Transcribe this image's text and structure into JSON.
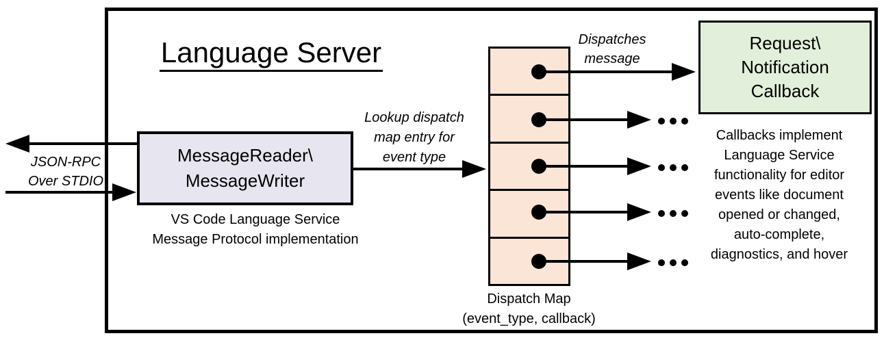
{
  "title": "Language Server",
  "io_label": {
    "line1": "JSON-RPC",
    "line2": "Over STDIO"
  },
  "message_box": {
    "line1": "MessageReader\\",
    "line2": "MessageWriter",
    "caption_line1": "VS Code Language Service",
    "caption_line2": "Message Protocol implementation"
  },
  "lookup_label": {
    "line1": "Lookup dispatch",
    "line2": "map entry for",
    "line3": "event type"
  },
  "dispatches_label": {
    "line1": "Dispatches",
    "line2": "message"
  },
  "callback_box": {
    "line1": "Request\\",
    "line2": "Notification",
    "line3": "Callback"
  },
  "callbacks_note": {
    "line1": "Callbacks implement",
    "line2": "Language Service",
    "line3": "functionality for editor",
    "line4": "events like document",
    "line5": "opened or changed,",
    "line6": "auto-complete,",
    "line7": "diagnostics, and hover"
  },
  "dispatch_map": {
    "caption_line1": "Dispatch Map",
    "caption_line2": "(event_type, callback)",
    "row_count": 5
  },
  "ellipsis": "...",
  "colors": {
    "message_box_fill": "#e7e6f0",
    "dispatch_cell_fill": "#fbe5d6",
    "callback_box_fill": "#e2efda",
    "stroke": "#000000",
    "background": "#ffffff"
  }
}
